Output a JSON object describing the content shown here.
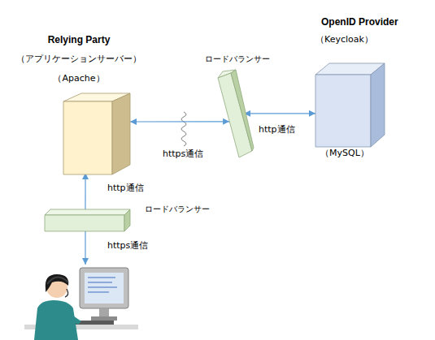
{
  "diagram": {
    "nodes": [
      {
        "text": [
          "Relying Party",
          "（アプリケーションサーバー）",
          "（Apache）"
        ]
      },
      {
        "text": [
          "ロードバランサー"
        ]
      },
      {
        "text": [
          "OpenID Provider",
          "（Keycloak）",
          "（MySQL）"
        ]
      },
      {
        "text": [
          "ロードバランサー"
        ]
      }
    ],
    "edges": [
      {
        "from": 0,
        "to": 1,
        "label": "https通信",
        "arrow": "both"
      },
      {
        "from": 1,
        "to": 2,
        "label": "http通信",
        "arrow": "both"
      },
      {
        "from": 3,
        "to": 0,
        "label": "http通信",
        "arrow": "to"
      }
    ],
    "labels": [
      "https通信"
    ]
  }
}
